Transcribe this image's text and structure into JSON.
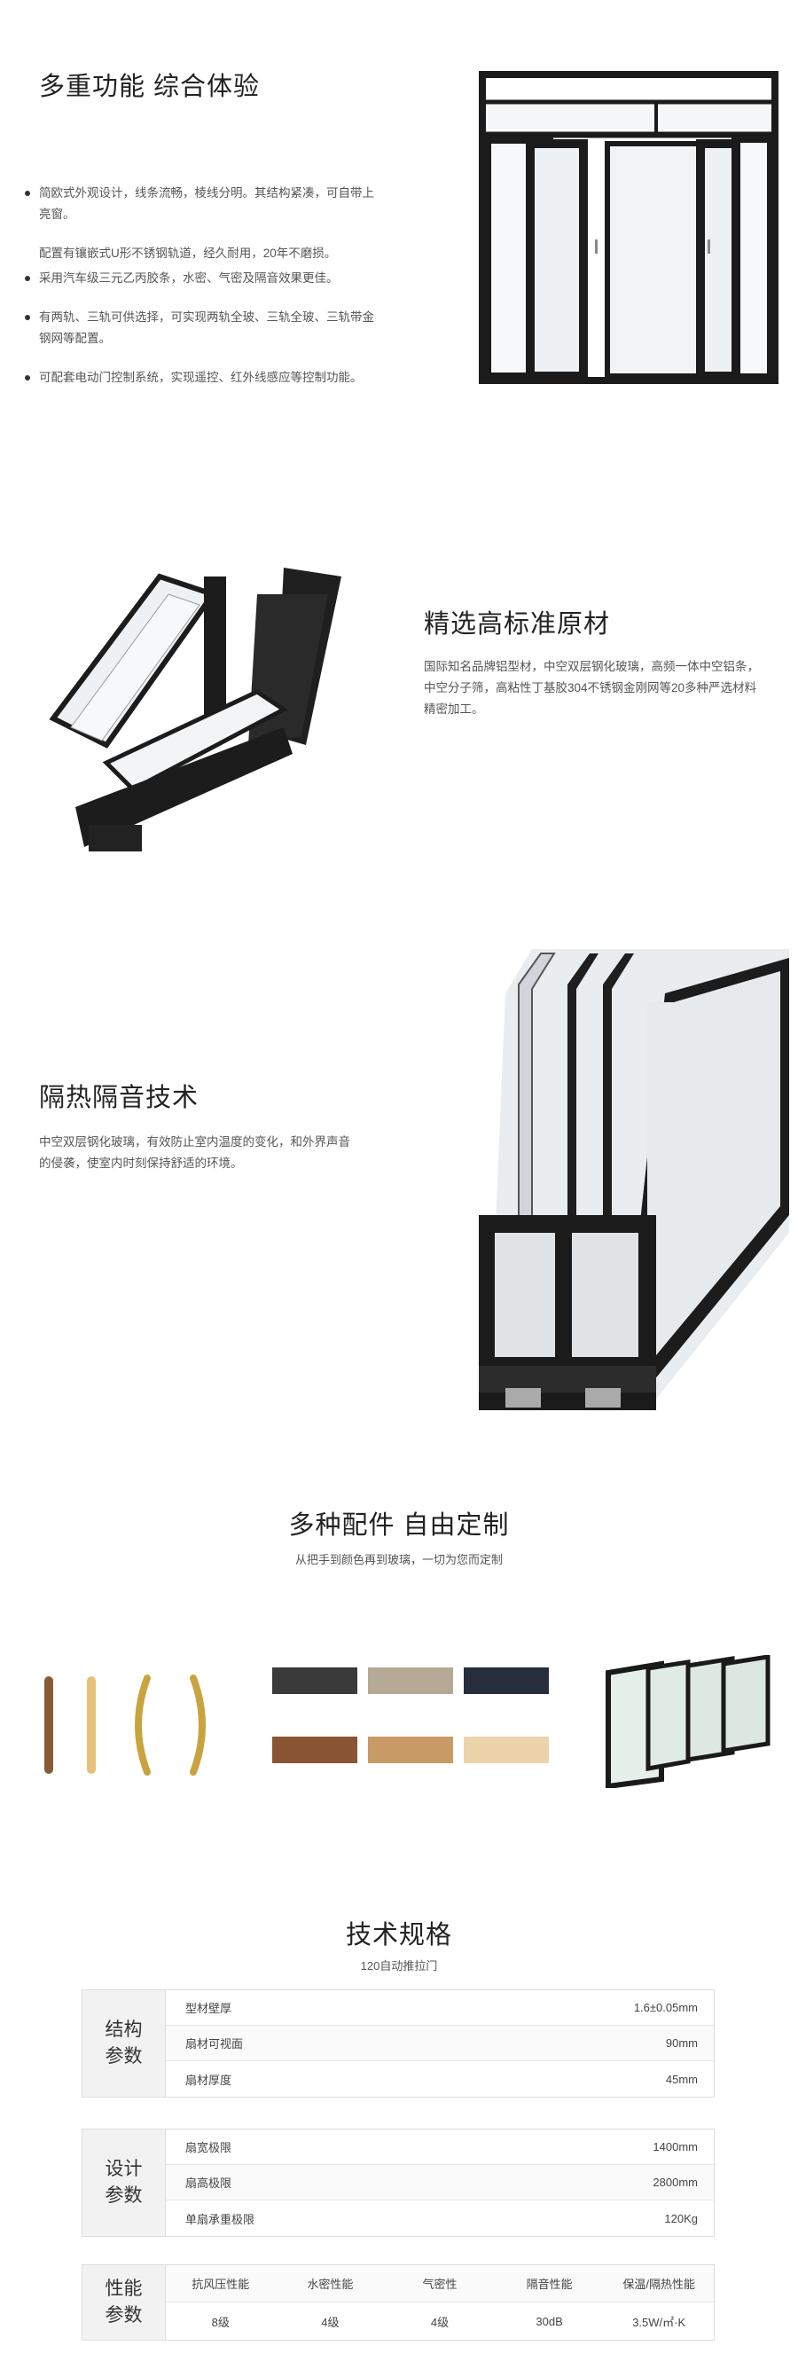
{
  "section1": {
    "title": "多重功能 综合体验",
    "bullets": [
      "简欧式外观设计，线条流畅，棱线分明。其结构紧凑，可自带上亮窗。",
      "配置有镶嵌式U形不锈钢轨道，经久耐用，20年不磨损。",
      "采用汽车级三元乙丙胶条，水密、气密及隔音效果更佳。",
      "有两轨、三轨可供选择，可实现两轨全玻、三轨全玻、三轨带金钢网等配置。",
      "可配套电动门控制系统，实现遥控、红外线感应等控制功能。"
    ]
  },
  "section2": {
    "title": "精选高标准原材",
    "text": "国际知名品牌铝型材，中空双层钢化玻璃，高频一体中空铝条，中空分子筛，高粘性丁基胶304不锈钢金刚网等20多种严选材料精密加工。"
  },
  "section3": {
    "title": "隔热隔音技术",
    "text": "中空双层钢化玻璃，有效防止室内温度的变化，和外界声音的侵袭，使室内时刻保持舒适的环境。"
  },
  "section4": {
    "title": "多种配件 自由定制",
    "subtitle": "从把手到颜色再到玻璃，一切为您而定制",
    "colors": [
      "#3a3a3a",
      "#b5a995",
      "#262d3d",
      "#8a5534",
      "#c89a66",
      "#edd3ac"
    ]
  },
  "spec": {
    "title": "技术规格",
    "subtitle": "120自动推拉门",
    "groups": [
      {
        "category": [
          "结构",
          "参数"
        ],
        "rows": [
          {
            "label": "型材壁厚",
            "value": "1.6±0.05mm"
          },
          {
            "label": "扇材可视面",
            "value": "90mm"
          },
          {
            "label": "扇材厚度",
            "value": "45mm"
          }
        ]
      },
      {
        "category": [
          "设计",
          "参数"
        ],
        "rows": [
          {
            "label": "扇宽极限",
            "value": "1400mm"
          },
          {
            "label": "扇高极限",
            "value": "2800mm"
          },
          {
            "label": "单扇承重极限",
            "value": "120Kg"
          }
        ]
      }
    ],
    "performance": {
      "category": [
        "性能",
        "参数"
      ],
      "headers": [
        "抗风压性能",
        "水密性能",
        "气密性",
        "隔音性能",
        "保温/隔热性能"
      ],
      "values": [
        "8级",
        "4级",
        "4级",
        "30dB",
        "3.5W/㎡·K"
      ]
    }
  }
}
